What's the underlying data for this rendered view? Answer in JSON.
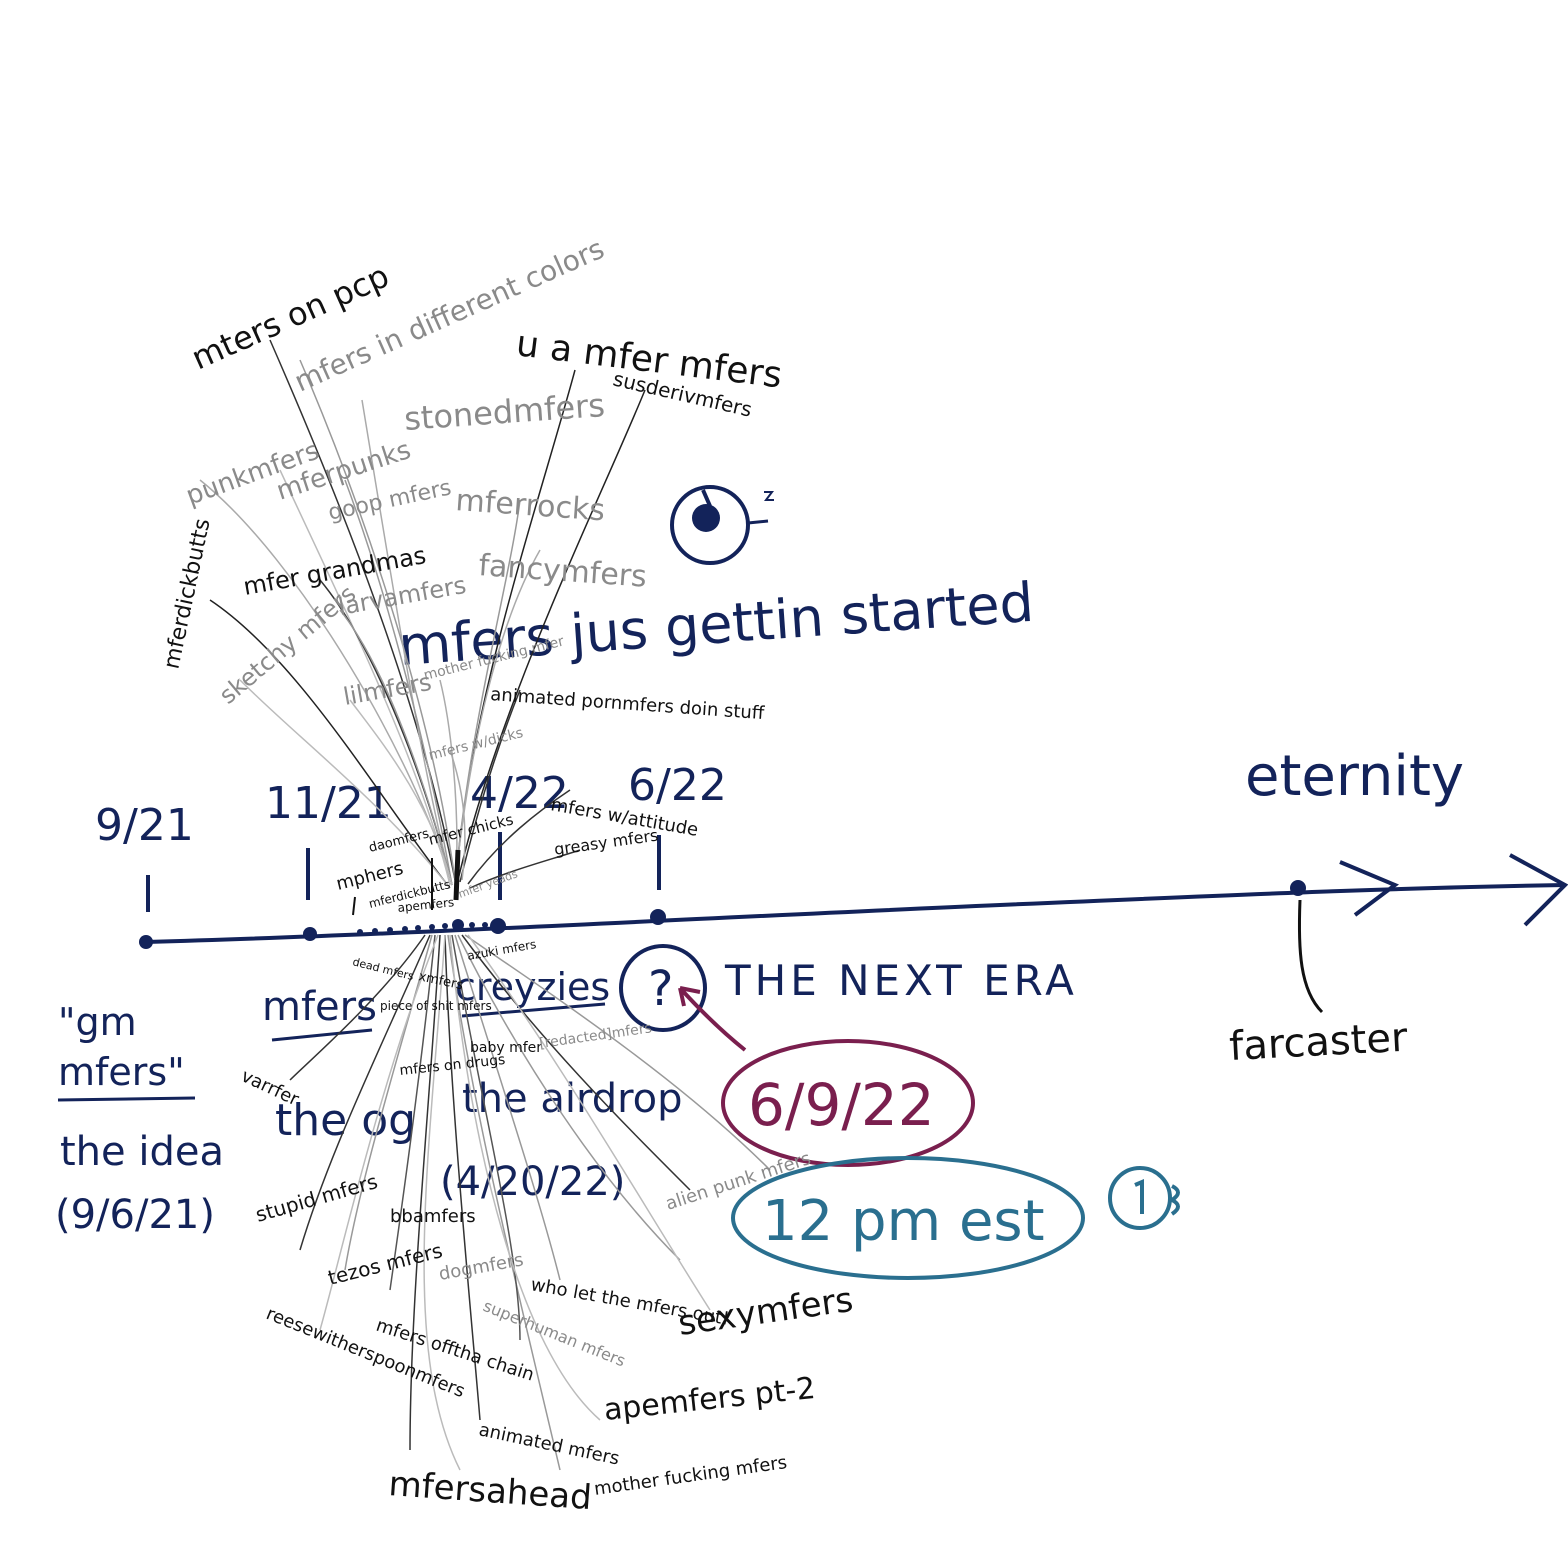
{
  "timeline": {
    "dates": [
      "9/21",
      "11/21",
      "4/22",
      "6/22"
    ],
    "end_label": "eternity",
    "farcaster": "farcaster"
  },
  "milestones": {
    "gm_line1": "\"gm",
    "gm_line2": "mfers\"",
    "idea": "the idea",
    "idea_date": "(9/6/21)",
    "mfers": "mfers",
    "the_og": "the og",
    "creyzies": "creyzies",
    "airdrop": "the airdrop",
    "airdrop_date": "(4/20/22)",
    "question": "?",
    "next_era": "THE NEXT ERA",
    "launch_date": "6/9/22",
    "launch_time": "12 pm est",
    "headline": "mfers jus gettin started"
  },
  "derivatives": {
    "above": [
      "mters on pcp",
      "mfers in different colors",
      "u a mfer mfers",
      "susderivmfers",
      "stonedmfers",
      "punkmfers",
      "mferpunks",
      "goop mfers",
      "mferrocks",
      "mferdickbutts",
      "fancymfers",
      "mfer grandmas",
      "larvamfers",
      "sketchy mfers",
      "lilmfers",
      "mother fucking mfer",
      "animated pornmfers doin stuff",
      "mfers w/dicks",
      "mfers w/attitude",
      "greasy mfers",
      "daomfers",
      "mfer chicks",
      "mphers",
      "mferdickbutts",
      "apemfers",
      "mfer yeads"
    ],
    "below": [
      "dead mfers",
      "piece of shit mfers",
      "xmfers",
      "azuki mfers",
      "baby mfer",
      "[redacted]mfers",
      "mfers on drugs",
      "varrfer",
      "stupid mfers",
      "bbamfers",
      "tezos mfers",
      "dogmfers",
      "who let the mfers out!",
      "alien punk mfers",
      "superhuman mfers",
      "sexymfers",
      "reesewitherspoonmfers",
      "mfers offtha chain",
      "apemfers pt-2",
      "animated mfers",
      "mfersahead",
      "mother fucking mfers"
    ]
  },
  "colors": {
    "navy": "#13235a",
    "black": "#111111",
    "gray": "#8a8a8a",
    "maroon": "#7a1f4e",
    "teal": "#2a6f8f"
  },
  "icons": [
    "eye-doodle-icon",
    "clock-doodle-icon",
    "arrow-head-icon"
  ]
}
